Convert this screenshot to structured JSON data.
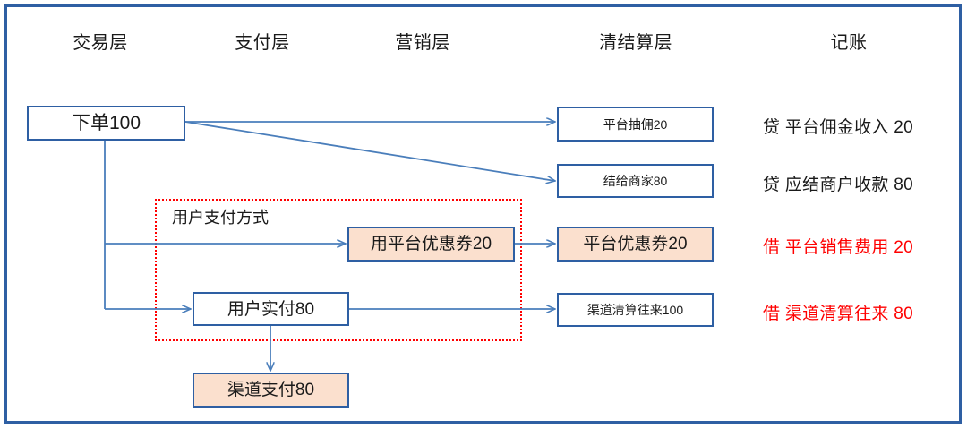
{
  "diagram": {
    "title_colors": {
      "node_border": "#2e5fa3",
      "node_fill_highlight": "#fbe0ce",
      "frame": "#2e5fa3",
      "group_dashed": "#ff0000",
      "wire": "#4a7ebb",
      "ledger_debit_text": "#ff0000",
      "ledger_credit_text": "#1a1a1a"
    },
    "columns": [
      {
        "label": "交易层"
      },
      {
        "label": "支付层"
      },
      {
        "label": "营销层"
      },
      {
        "label": "清结算层"
      },
      {
        "label": "记账"
      }
    ],
    "group": {
      "label": "用户支付方式"
    },
    "nodes": [
      {
        "id": "order",
        "label": "下单100"
      },
      {
        "id": "platform_fee",
        "label": "平台抽佣20"
      },
      {
        "id": "merchant_pay",
        "label": "结给商家80"
      },
      {
        "id": "use_coupon",
        "label": "用平台优惠券20"
      },
      {
        "id": "coupon_settle",
        "label": "平台优惠券20"
      },
      {
        "id": "user_paid",
        "label": "用户实付80"
      },
      {
        "id": "channel_clear",
        "label": "渠道清算往来100"
      },
      {
        "id": "channel_pay",
        "label": "渠道支付80"
      }
    ],
    "ledger_entries": [
      {
        "id": "entry1",
        "text": "贷 平台佣金收入 20",
        "kind": "credit"
      },
      {
        "id": "entry2",
        "text": "贷 应结商户收款 80",
        "kind": "credit"
      },
      {
        "id": "entry3",
        "text": "借 平台销售费用 20",
        "kind": "debit"
      },
      {
        "id": "entry4",
        "text": "借 渠道清算往来 80",
        "kind": "debit"
      }
    ]
  }
}
